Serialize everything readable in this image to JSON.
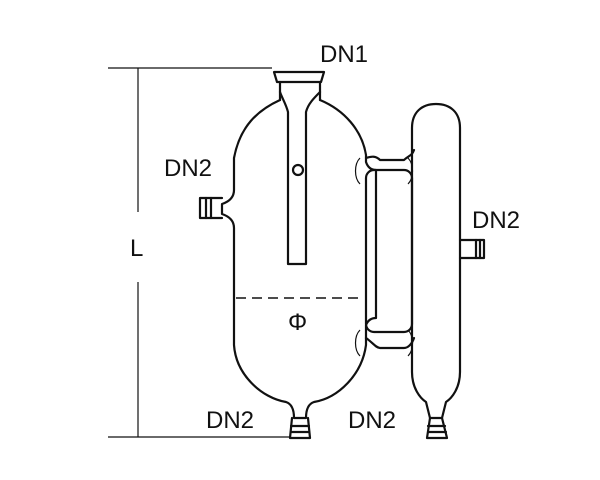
{
  "labels": {
    "dn1": "DN1",
    "dn2_left": "DN2",
    "dn2_right": "DN2",
    "dn2_bottom_left": "DN2",
    "dn2_bottom_right": "DN2",
    "length": "L",
    "diameter": "Φ"
  }
}
